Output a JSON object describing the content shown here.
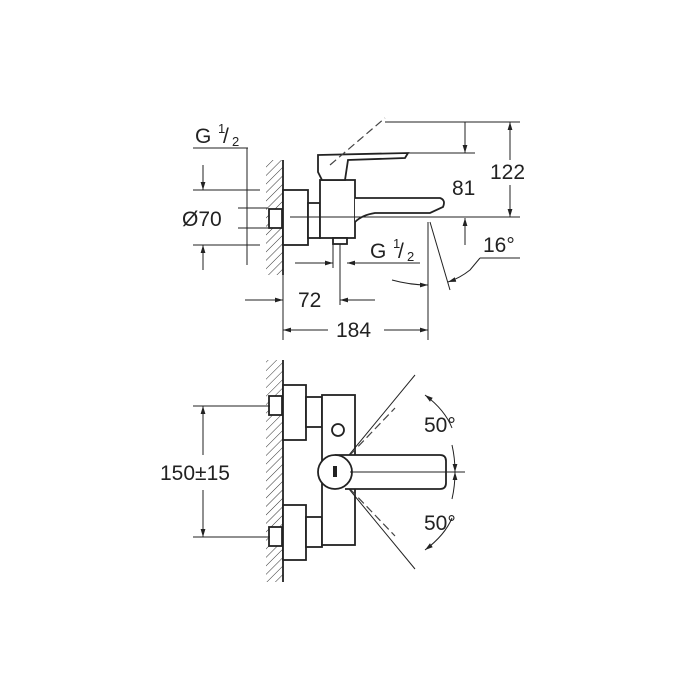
{
  "side_view": {
    "thread_inlet": {
      "main": "G",
      "sup": "1",
      "sub": "2"
    },
    "diameter": "Ø70",
    "height_spout": "81",
    "height_total": "122",
    "angle_spout": "16°",
    "thread_outlet": {
      "main": "G",
      "sup": "1",
      "sub": "2"
    },
    "depth_outlet": "72",
    "projection": "184"
  },
  "front_view": {
    "centers": "150±15",
    "angle_up": "50°",
    "angle_down": "50°"
  },
  "colors": {
    "line": "#222222",
    "background": "#ffffff"
  }
}
